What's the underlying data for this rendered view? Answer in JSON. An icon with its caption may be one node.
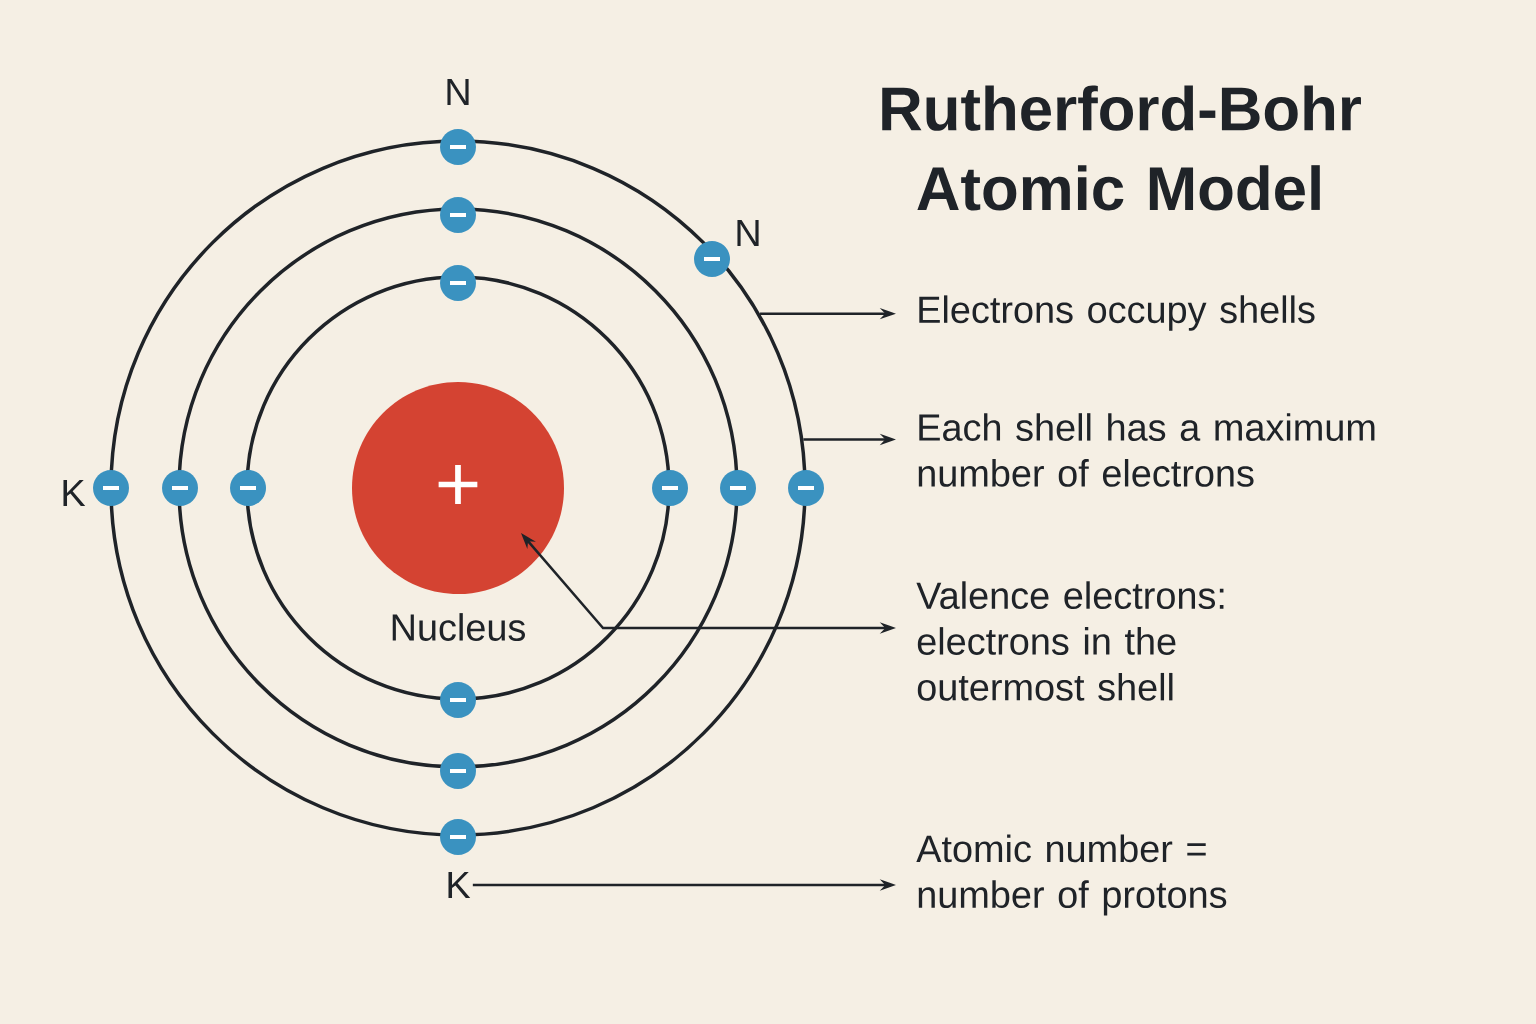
{
  "diagram": {
    "title": "Rutherford-Bohr Atomic Model",
    "nodes": [
      {
        "text": [
          "Electrons occupy shells"
        ]
      },
      {
        "text": [
          "Each shell has a maximum number of electrons"
        ]
      },
      {
        "text": [
          "Valence electrons: electrons in the outermost shell"
        ]
      },
      {
        "text": [
          "Atomic number = number of protons"
        ]
      },
      {
        "text": [],
        "shape": "circle"
      },
      {
        "text": [
          "+"
        ],
        "beside": [
          "Nucleus"
        ],
        "in": 4
      },
      {
        "text": [
          "K"
        ]
      }
    ],
    "edges": [
      {
        "from": 4,
        "to": 0,
        "arrow": "to"
      },
      {
        "from": 4,
        "to": 1,
        "arrow": "to"
      },
      {
        "from": 5,
        "to": 2,
        "arrow": "both"
      },
      {
        "from": 6,
        "to": 3,
        "arrow": "to"
      }
    ],
    "labels": [
      "N",
      "N",
      "K"
    ]
  }
}
